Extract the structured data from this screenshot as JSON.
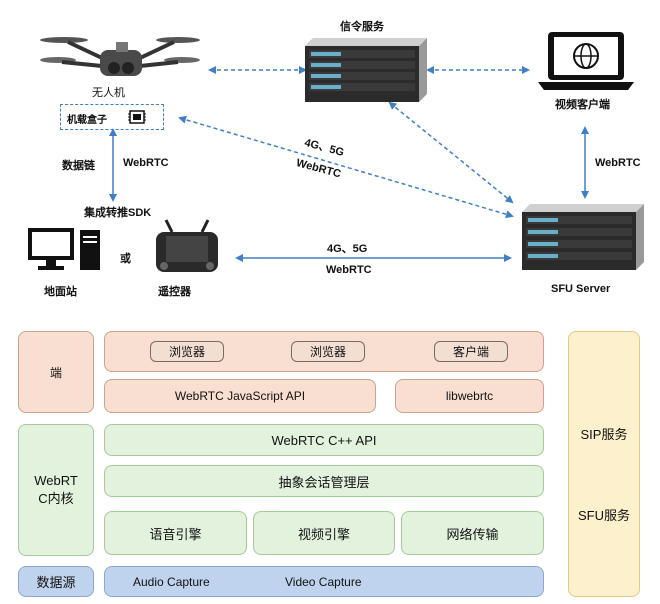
{
  "top": {
    "signal_service": "信令服务",
    "drone": "无人机",
    "onboard_box": "机载盒子",
    "video_client": "视频客户端",
    "datalink": "数据链",
    "webrtc_left": "WebRTC",
    "sdk": "集成转推SDK",
    "ground_station": "地面站",
    "or": "或",
    "remote": "遥控器",
    "diag_4g": "4G、5G",
    "diag_webrtc": "WebRTC",
    "horiz_4g": "4G、5G",
    "horiz_webrtc": "WebRTC",
    "webrtc_right": "WebRTC",
    "sfu_server": "SFU Server"
  },
  "stack": {
    "endpoint": "端",
    "browser1": "浏览器",
    "browser2": "浏览器",
    "client": "客户端",
    "js_api": "WebRTC JavaScript API",
    "libwebrtc": "libwebrtc",
    "core_line1": "WebRT",
    "core_line2": "C内核",
    "cpp_api": "WebRTC  C++  API",
    "session": "抽象会话管理层",
    "voice": "语音引擎",
    "video": "视频引擎",
    "network": "网络传输",
    "datasource": "数据源",
    "audio_capture": "Audio Capture",
    "video_capture": "Video Capture",
    "sip": "SIP服务",
    "sfu": "SFU服务"
  },
  "colors": {
    "arrow": "#3f7fc6",
    "pink": "#f9dfd1",
    "green": "#e2f2dd",
    "blue": "#bfd3ee",
    "yellow": "#fdf0cc"
  }
}
